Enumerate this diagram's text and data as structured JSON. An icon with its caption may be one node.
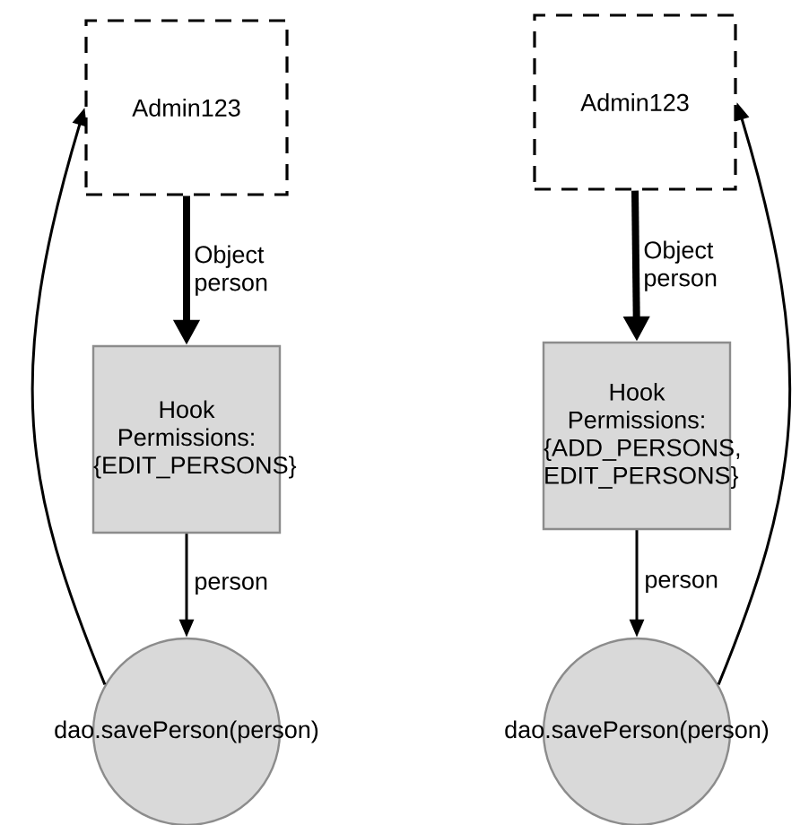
{
  "diagram": {
    "nodes": [
      {
        "text": [
          "Admin123"
        ]
      },
      {
        "text": [
          "Hook Permissions: {EDIT_PERSONS}"
        ]
      },
      {
        "text": [
          "dao.savePerson(person)"
        ]
      },
      {
        "text": [
          "Admin123"
        ]
      },
      {
        "text": [
          "Hook Permissions: {ADD_PERSONS, EDIT_PERSONS}"
        ]
      },
      {
        "text": [
          "dao.savePerson(person)"
        ]
      }
    ],
    "edges": [
      {
        "from": 0,
        "to": 1,
        "arrow": "to",
        "label": "Object person",
        "style": "thick"
      },
      {
        "from": 1,
        "to": 2,
        "arrow": "to",
        "label": "person"
      },
      {
        "from": 2,
        "to": 0,
        "arrow": "to"
      },
      {
        "from": 3,
        "to": 4,
        "arrow": "to",
        "label": "Object person",
        "style": "thick"
      },
      {
        "from": 4,
        "to": 5,
        "arrow": "to",
        "label": "person"
      },
      {
        "from": 5,
        "to": 3,
        "arrow": "to"
      }
    ]
  }
}
